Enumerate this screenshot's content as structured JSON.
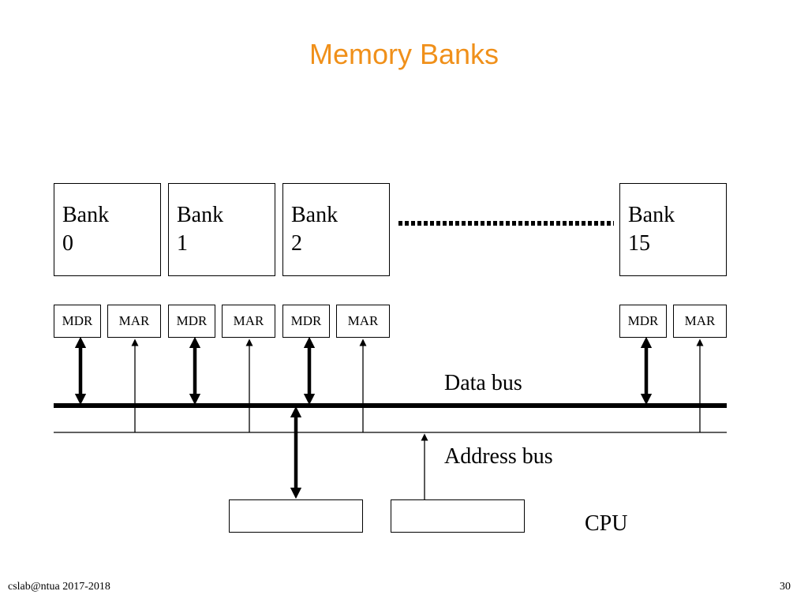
{
  "title": "Memory Banks",
  "banks": [
    {
      "word": "Bank",
      "num": "0"
    },
    {
      "word": "Bank",
      "num": "1"
    },
    {
      "word": "Bank",
      "num": "2"
    },
    {
      "word": "Bank",
      "num": "15"
    }
  ],
  "registers": {
    "mdr": "MDR",
    "mar": "MAR"
  },
  "bus_labels": {
    "data_bus": "Data bus",
    "address_bus": "Address bus",
    "cpu": "CPU"
  },
  "footer": {
    "left": "cslab@ntua 2017-2018",
    "page_number": "30"
  }
}
